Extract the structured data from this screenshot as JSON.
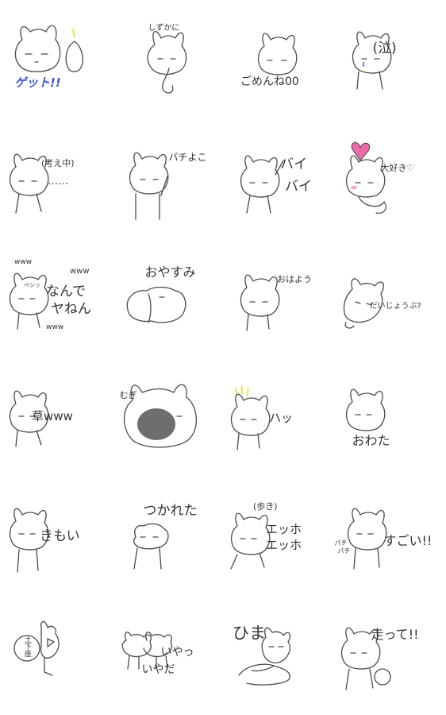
{
  "palette": {
    "ink": "#4a4a4a",
    "accent_blue": "#3a56d6",
    "heart_pink": "#f06aa8",
    "sparkle_yellow": "#f2e14c",
    "cheek_pink": "#f3a6c6",
    "tear_blue": "#5a8de0",
    "mask_gray": "#6e6e6e"
  },
  "stickers": [
    {
      "id": 1,
      "character": "bunny-with-sprout",
      "captions": [
        "ゲット!!"
      ]
    },
    {
      "id": 2,
      "character": "bunny-with-drop",
      "captions": [
        "しずかに"
      ]
    },
    {
      "id": 3,
      "character": "bunny-apology",
      "captions": [
        "ごめんね00"
      ]
    },
    {
      "id": 4,
      "character": "bunny-crying",
      "captions": [
        "(泣)"
      ]
    },
    {
      "id": 5,
      "character": "bunny-thinking",
      "captions": [
        "(考え中)",
        "……"
      ]
    },
    {
      "id": 6,
      "character": "bunny-sword",
      "captions": [
        "バチよこ"
      ]
    },
    {
      "id": 7,
      "character": "bunny-waving",
      "captions": [
        "バイ",
        "バイ"
      ]
    },
    {
      "id": 8,
      "character": "bunny-heart",
      "captions": [
        "大好き♡"
      ]
    },
    {
      "id": 9,
      "character": "bunny-laughing",
      "captions": [
        "www",
        "ベシッ",
        "なんで",
        "ヤねん",
        "www",
        "www"
      ]
    },
    {
      "id": 10,
      "character": "bunny-sleeping",
      "captions": [
        "おやすみ"
      ]
    },
    {
      "id": 11,
      "character": "bunny-morning",
      "captions": [
        "おはよう"
      ]
    },
    {
      "id": 12,
      "character": "bunny-lying",
      "captions": [
        "だいじょうぶ?"
      ]
    },
    {
      "id": 13,
      "character": "bunny-grass",
      "captions": [
        "草www"
      ]
    },
    {
      "id": 14,
      "character": "bunny-big-head",
      "captions": [
        "むぎ"
      ]
    },
    {
      "id": 15,
      "character": "bunny-surprised",
      "captions": [
        "ハッ"
      ]
    },
    {
      "id": 16,
      "character": "bunny-finished",
      "captions": [
        "おわた"
      ]
    },
    {
      "id": 17,
      "character": "bunny-gross",
      "captions": [
        "きもい"
      ]
    },
    {
      "id": 18,
      "character": "bunny-tired",
      "captions": [
        "つかれた"
      ]
    },
    {
      "id": 19,
      "character": "bunny-walking",
      "captions": [
        "(歩き)",
        "エッホ",
        "エッホ"
      ]
    },
    {
      "id": 20,
      "character": "bunny-clapping",
      "captions": [
        "パチ",
        "パチ",
        "すごい!!"
      ]
    },
    {
      "id": 21,
      "character": "bunny-shouting",
      "captions": [
        "土下座"
      ]
    },
    {
      "id": 22,
      "character": "bunny-pair",
      "captions": [
        "いやっ",
        "いやだ"
      ]
    },
    {
      "id": 23,
      "character": "bunny-bored",
      "captions": [
        "ひま"
      ]
    },
    {
      "id": 24,
      "character": "bunny-running",
      "captions": [
        "走って!!"
      ]
    }
  ]
}
